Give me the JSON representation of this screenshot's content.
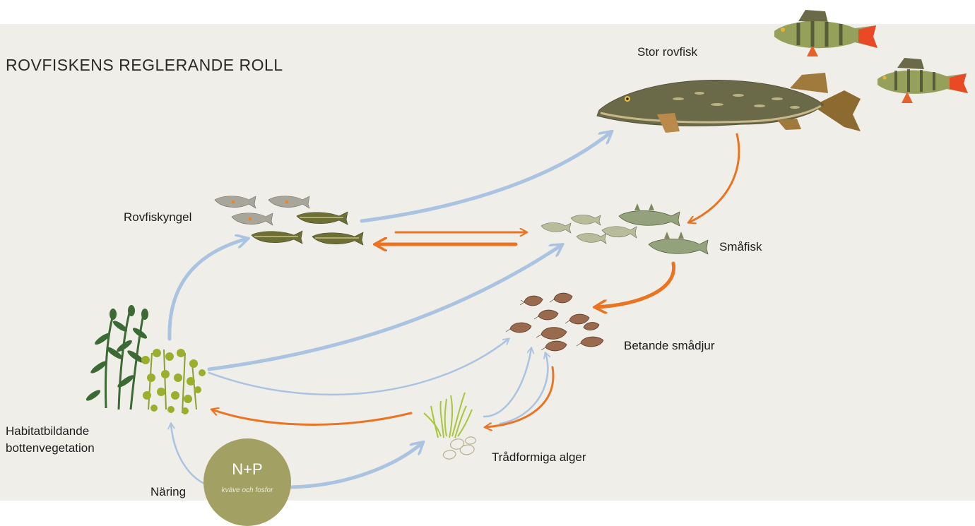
{
  "title": "ROVFISKENS REGLERANDE ROLL",
  "labels": {
    "stor_rovfisk": "Stor rovfisk",
    "rovfiskyngel": "Rovfiskyngel",
    "smafisk": "Småfisk",
    "betande_smadjur": "Betande smådjur",
    "habitat_line1": "Habitatbildande",
    "habitat_line2": "bottenvegetation",
    "tradformiga_alger": "Trådformiga alger",
    "naring": "Näring"
  },
  "nutrient_badge": {
    "main": "N+P",
    "sub": "kväve och fosfor"
  },
  "colors": {
    "background": "#f0eee8",
    "blue_arrow": "#a9c3e0",
    "orange_arrow": "#eb7422",
    "badge": "#a3a063"
  },
  "icons": [
    "pike-icon",
    "perch-icon",
    "fish-fry-icon",
    "stickleback-icon",
    "amphipod-icon",
    "water-plant-icon",
    "algae-icon"
  ]
}
